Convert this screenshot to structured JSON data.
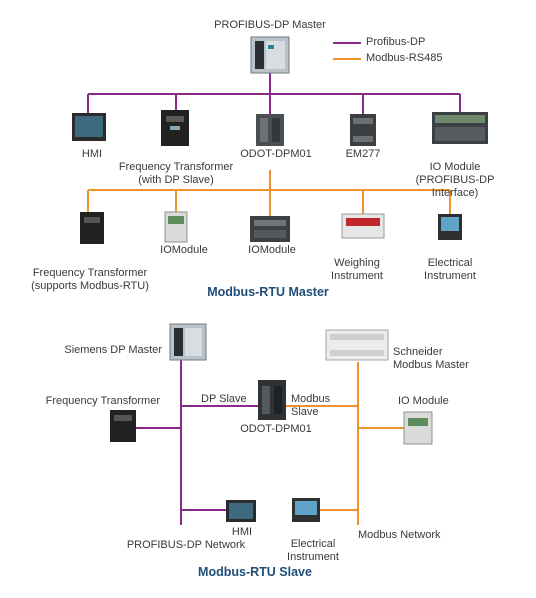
{
  "colors": {
    "profibus": "#8b2a8b",
    "modbus": "#f0922b",
    "title": "#1f4e79"
  },
  "legend": {
    "profibus": "Profibus-DP",
    "modbus": "Modbus-RS485"
  },
  "master_section": {
    "top": "PROFIBUS-DP Master",
    "dp_devices": [
      "HMI",
      "Frequency Transformer\n(with DP Slave)",
      "ODOT-DPM01",
      "EM277",
      "IO Module\n(PROFIBUS-DP Interface)"
    ],
    "modbus_devices": [
      "Frequency Transformer\n(supports Modbus-RTU)",
      "IOModule",
      "IOModule",
      "Weighing\nInstrument",
      "Electrical\nInstrument"
    ],
    "caption": "Modbus-RTU Master"
  },
  "slave_section": {
    "siemens": "Siemens DP Master",
    "freq": "Frequency Transformer",
    "dp_slave": "DP Slave",
    "modbus_slave": "Modbus\nSlave",
    "odot": "ODOT-DPM01",
    "schneider": "Schneider\nModbus Master",
    "io_module": "IO Module",
    "hmi": "HMI",
    "profibus_network": "PROFIBUS-DP Network",
    "elec": "Electrical\nInstrument",
    "modbus_network": "Modbus Network",
    "caption": "Modbus-RTU Slave"
  }
}
